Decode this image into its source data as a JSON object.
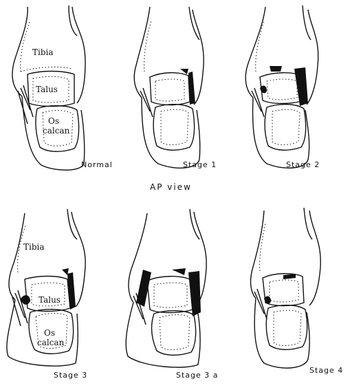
{
  "view_label": "AP view",
  "bone_labels": {
    "tibia": "Tibia",
    "talus": "Talus",
    "os": "Os",
    "calcan": "calcan"
  },
  "panels": [
    {
      "id": "normal",
      "label": "Normal",
      "has_bone_labels": true
    },
    {
      "id": "stage-1",
      "label": "Stage 1",
      "has_bone_labels": false
    },
    {
      "id": "stage-2",
      "label": "Stage 2",
      "has_bone_labels": false
    },
    {
      "id": "stage-3",
      "label": "Stage 3",
      "has_bone_labels": true
    },
    {
      "id": "stage-3a",
      "label": "Stage 3 a",
      "has_bone_labels": false
    },
    {
      "id": "stage-4",
      "label": "Stage 4",
      "has_bone_labels": false
    }
  ]
}
